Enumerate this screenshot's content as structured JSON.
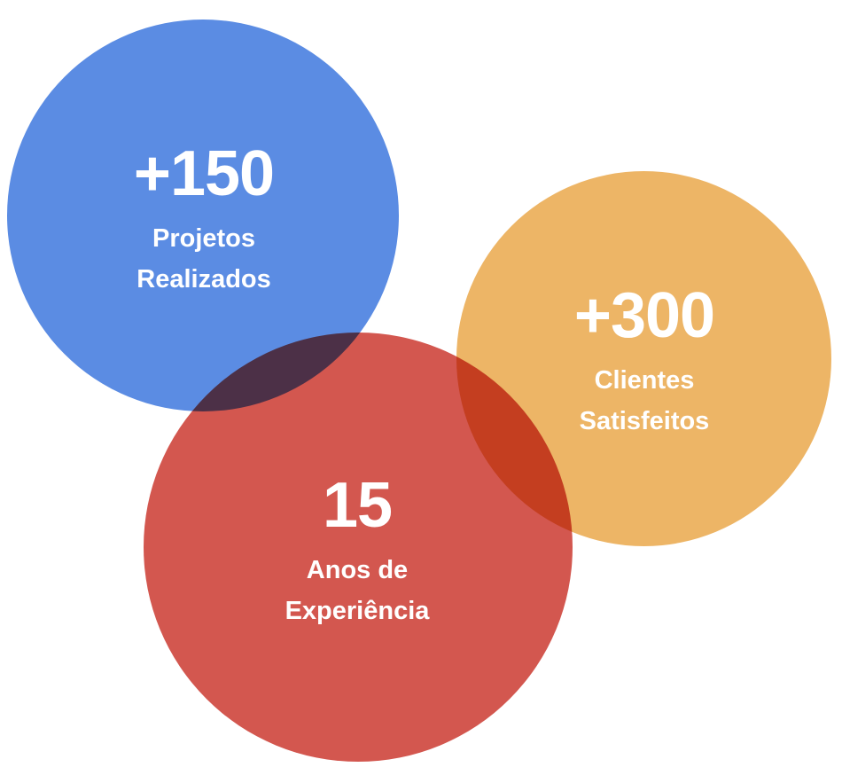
{
  "colors": {
    "blue": "#5B8CE3",
    "red": "#D3574F",
    "orange": "#EDB566"
  },
  "stats": [
    {
      "value": "+150",
      "label_line1": "Projetos",
      "label_line2": "Realizados"
    },
    {
      "value": "+300",
      "label_line1": "Clientes",
      "label_line2": "Satisfeitos"
    },
    {
      "value": "15",
      "label_line1": "Anos de",
      "label_line2": "Experiência"
    }
  ]
}
